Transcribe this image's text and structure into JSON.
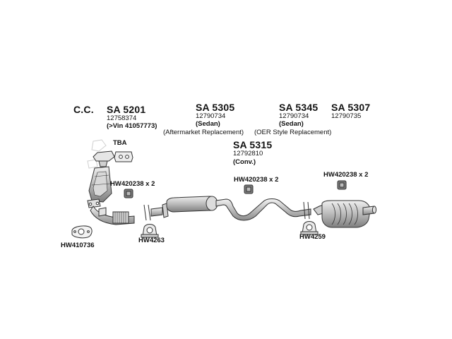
{
  "header": {
    "cc": "C.C."
  },
  "assemblies": [
    {
      "code": "SA 5201",
      "number": "12758374",
      "note": "(>Vin 41057773)"
    },
    {
      "code": "SA 5305",
      "number": "12790734",
      "variant": "(Sedan)",
      "note": "(Aftermarket Replacement)"
    },
    {
      "code": "SA 5345",
      "number": "12790734",
      "variant": "(Sedan)",
      "note": "(OER Style Replacement)"
    },
    {
      "code": "SA 5307",
      "number": "12790735"
    },
    {
      "code": "SA 5315",
      "number": "12792810",
      "variant": "(Conv.)"
    }
  ],
  "hardware": {
    "tba": "TBA",
    "hanger_front": "HW420238 x 2",
    "hanger_mid": "HW420238 x 2",
    "hanger_rear": "HW420238 x 2",
    "gasket": "HW410736",
    "clamp_front": "HW4263",
    "clamp_rear": "HW4259"
  },
  "colors": {
    "line": "#333333",
    "shade_dark": "#9a9a9a",
    "shade_mid": "#c8c8c8",
    "shade_light": "#ececec"
  }
}
